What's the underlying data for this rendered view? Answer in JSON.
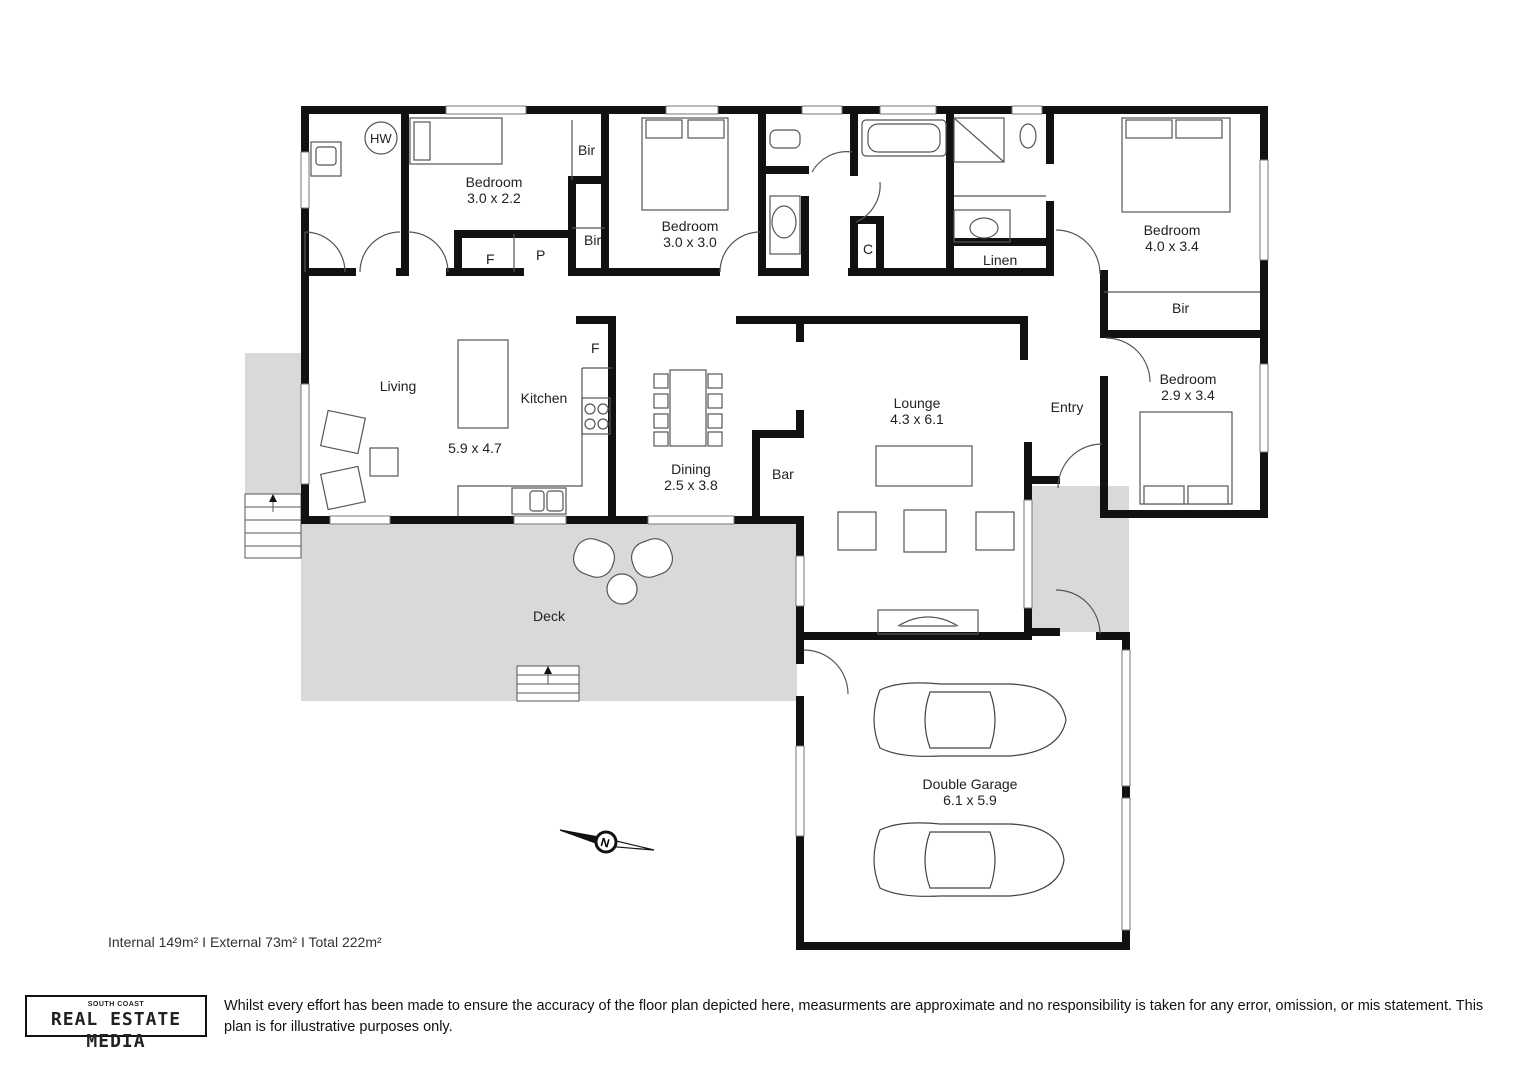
{
  "rooms": {
    "bedroom_1": {
      "name": "Bedroom",
      "dims": "3.0 x 2.2"
    },
    "bedroom_2": {
      "name": "Bedroom",
      "dims": "3.0 x 3.0"
    },
    "bedroom_3": {
      "name": "Bedroom",
      "dims": "4.0 x 3.4"
    },
    "bedroom_4": {
      "name": "Bedroom",
      "dims": "2.9 x 3.4"
    },
    "living": {
      "name": "Living",
      "dims": "5.9 x 4.7"
    },
    "kitchen": {
      "name": "Kitchen"
    },
    "dining": {
      "name": "Dining",
      "dims": "2.5 x 3.8"
    },
    "lounge": {
      "name": "Lounge",
      "dims": "4.3 x 6.1"
    },
    "entry": {
      "name": "Entry"
    },
    "deck": {
      "name": "Deck"
    },
    "garage": {
      "name": "Double Garage",
      "dims": "6.1 x 5.9"
    }
  },
  "fixtures": {
    "hw": "HW",
    "bir_1": "Bir",
    "bir_2": "Bir",
    "bir_3": "Bir",
    "f_1": "F",
    "f_2": "F",
    "p": "P",
    "c": "C",
    "linen": "Linen",
    "bar": "Bar"
  },
  "compass": {
    "letter": "N"
  },
  "areas": "Internal 149m²   I   External 73m² I Total 222m²",
  "branding": {
    "top": "SOUTH COAST",
    "main": "REAL ESTATE MEDIA"
  },
  "disclaimer": "Whilst every effort has been made to ensure the accuracy of the floor plan depicted here, measurments are approximate and no responsibility is taken for any error, omission, or mis statement. This plan is for illustrative purposes only."
}
